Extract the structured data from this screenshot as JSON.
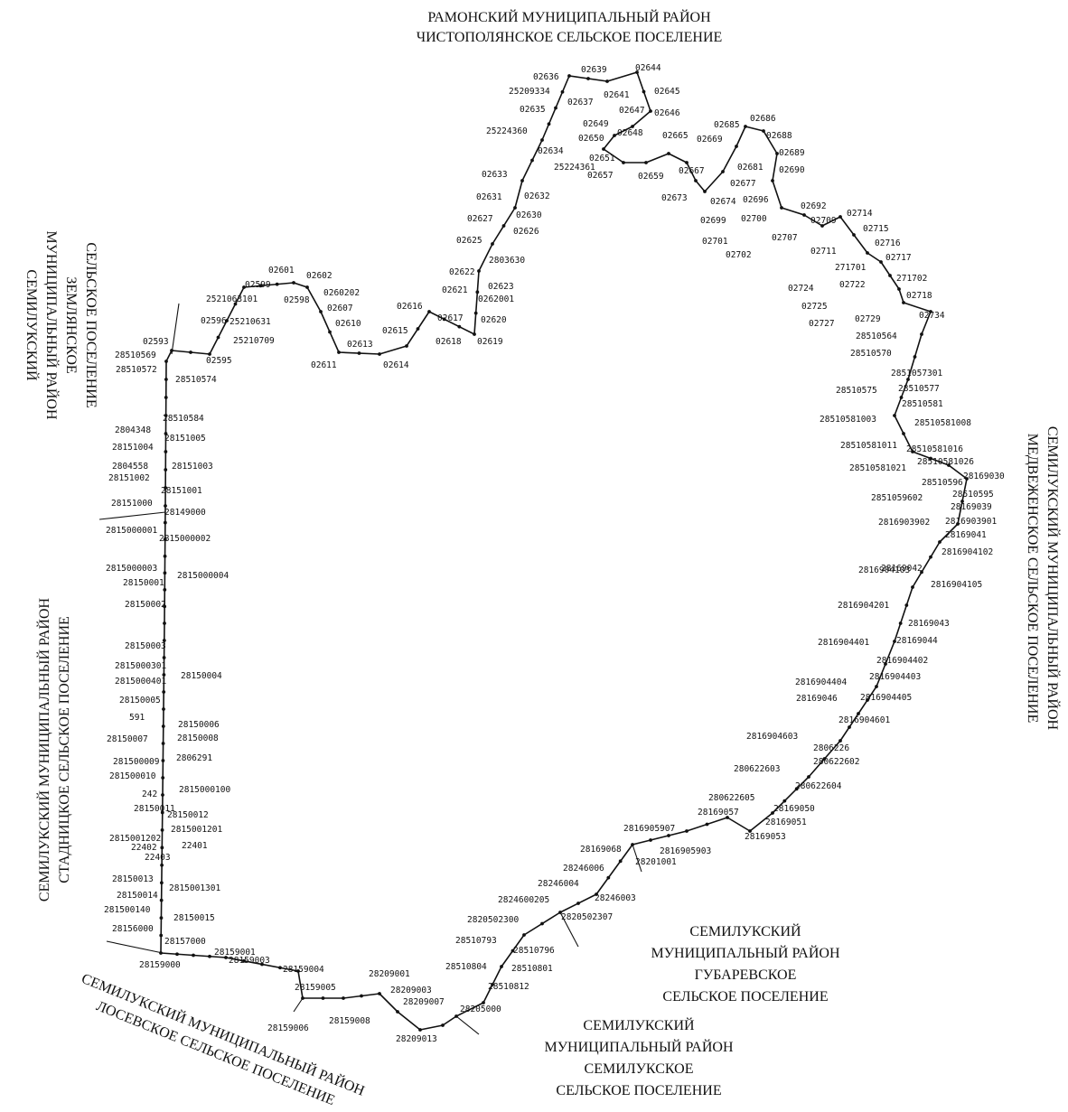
{
  "regions": {
    "north": [
      "РАМОНСКИЙ МУНИЦИПАЛЬНЫЙ РАЙОН",
      "ЧИСТОПОЛЯНСКОЕ СЕЛЬСКОЕ ПОСЕЛЕНИЕ"
    ],
    "west_upper": [
      "СЕМИЛУКСКИЙ",
      "МУНИЦИПАЛЬНЫЙ РАЙОН",
      "ЗЕМЛЯНСКОЕ",
      "СЕЛЬСКОЕ ПОСЕЛЕНИЕ"
    ],
    "west_lower": [
      "СЕМИЛУКСКИЙ МУНИЦИПАЛЬНЫЙ РАЙОН",
      "СТАДНИЦКОЕ СЕЛЬСКОЕ ПОСЕЛЕНИЕ"
    ],
    "east": [
      "СЕМИЛУКСКИЙ МУНИЦИПАЛЬНЫЙ РАЙОН",
      "МЕДВЕЖЕНСКОЕ СЕЛЬСКОЕ ПОСЕЛЕНИЕ"
    ],
    "south_east": [
      "СЕМИЛУКСКИЙ",
      "МУНИЦИПАЛЬНЫЙ РАЙОН",
      "ГУБАРЕВСКОЕ",
      "СЕЛЬСКОЕ ПОСЕЛЕНИЕ"
    ],
    "south": [
      "СЕМИЛУКСКИЙ",
      "МУНИЦИПАЛЬНЫЙ РАЙОН",
      "СЕМИЛУКСКОЕ",
      "СЕЛЬСКОЕ ПОСЕЛЕНИЕ"
    ],
    "south_west": [
      "СЕМИЛУКСКИЙ МУНИЦИПАЛЬНЫЙ РАЙОН",
      "ЛОСЕВСКОЕ СЕЛЬСКОЕ ПОСЕЛЕНИЕ"
    ]
  },
  "point_labels": [
    "02636",
    "02639",
    "02644",
    "25209334",
    "02637",
    "02641",
    "02645",
    "02635",
    "02647",
    "02646",
    "02649",
    "02648",
    "25224360",
    "02650",
    "02665",
    "02685",
    "02686",
    "02669",
    "02688",
    "02634",
    "02651",
    "02667",
    "02689",
    "25224361",
    "02657",
    "02659",
    "02681",
    "02690",
    "02633",
    "02677",
    "02673",
    "02674",
    "02631",
    "02632",
    "02696",
    "02692",
    "02714",
    "02630",
    "02627",
    "02699",
    "02700",
    "02709",
    "02715",
    "02626",
    "02701",
    "02707",
    "02716",
    "02625",
    "02702",
    "02711",
    "02717",
    "2803630",
    "271701",
    "02622",
    "02623",
    "271702",
    "02621",
    "0262001",
    "02724",
    "02722",
    "02718",
    "02620",
    "02725",
    "02734",
    "02617",
    "02727",
    "02729",
    "02616",
    "02619",
    "02618",
    "02615",
    "28510564",
    "02613",
    "02614",
    "02611",
    "28510570",
    "28510575",
    "28510577",
    "28510581",
    "2851057301",
    "28510581003",
    "28510581008",
    "28510581011",
    "28510581016",
    "28510581021",
    "28510581026",
    "28510596",
    "28169030",
    "28510595",
    "2851059602",
    "28169039",
    "2816903902",
    "2816903901",
    "28169041",
    "28169042",
    "2816904102",
    "2816904103",
    "2816904105",
    "2816904201",
    "28169043",
    "2816904401",
    "28169044",
    "2816904402",
    "2816904403",
    "2816904404",
    "28169046",
    "2816904405",
    "2816904601",
    "2816904603",
    "2806226",
    "280622602",
    "280622603",
    "280622604",
    "280622605",
    "28169050",
    "28169057",
    "28169051",
    "28169053",
    "2816905907",
    "2816905903",
    "28169068",
    "28201001",
    "28246006",
    "28246004",
    "28246003",
    "2824600205",
    "2820502300",
    "2820502307",
    "28510793",
    "28510796",
    "28510804",
    "28510801",
    "28510812",
    "28205000",
    "28209001",
    "28209003",
    "28209007",
    "28209013",
    "28159004",
    "28159005",
    "28159006",
    "28159008",
    "28159001",
    "28159003",
    "28159000",
    "28157000",
    "28156000",
    "28150015",
    "281500140",
    "28150014",
    "28150013",
    "2815001301",
    "22403",
    "22402",
    "22401",
    "2815001202",
    "2815001201",
    "28150012",
    "28150011",
    "242",
    "2815000100",
    "281500010",
    "281500009",
    "2806291",
    "28150007",
    "28150006",
    "28150008",
    "591",
    "28150005",
    "2815000401",
    "2815000301",
    "28150004",
    "28150003",
    "28150002",
    "28150001",
    "2815000003",
    "2815000004",
    "2815000001",
    "2815000002",
    "28151000",
    "28149000",
    "28151002",
    "28151001",
    "28151003",
    "2804558",
    "28151004",
    "28151005",
    "2804348",
    "28510584",
    "28510574",
    "28510572",
    "28510569",
    "02593",
    "02595",
    "02596",
    "25210709",
    "2521063101",
    "25210631",
    "02599",
    "02601",
    "02598",
    "02602",
    "0260202",
    "02607",
    "02610"
  ]
}
